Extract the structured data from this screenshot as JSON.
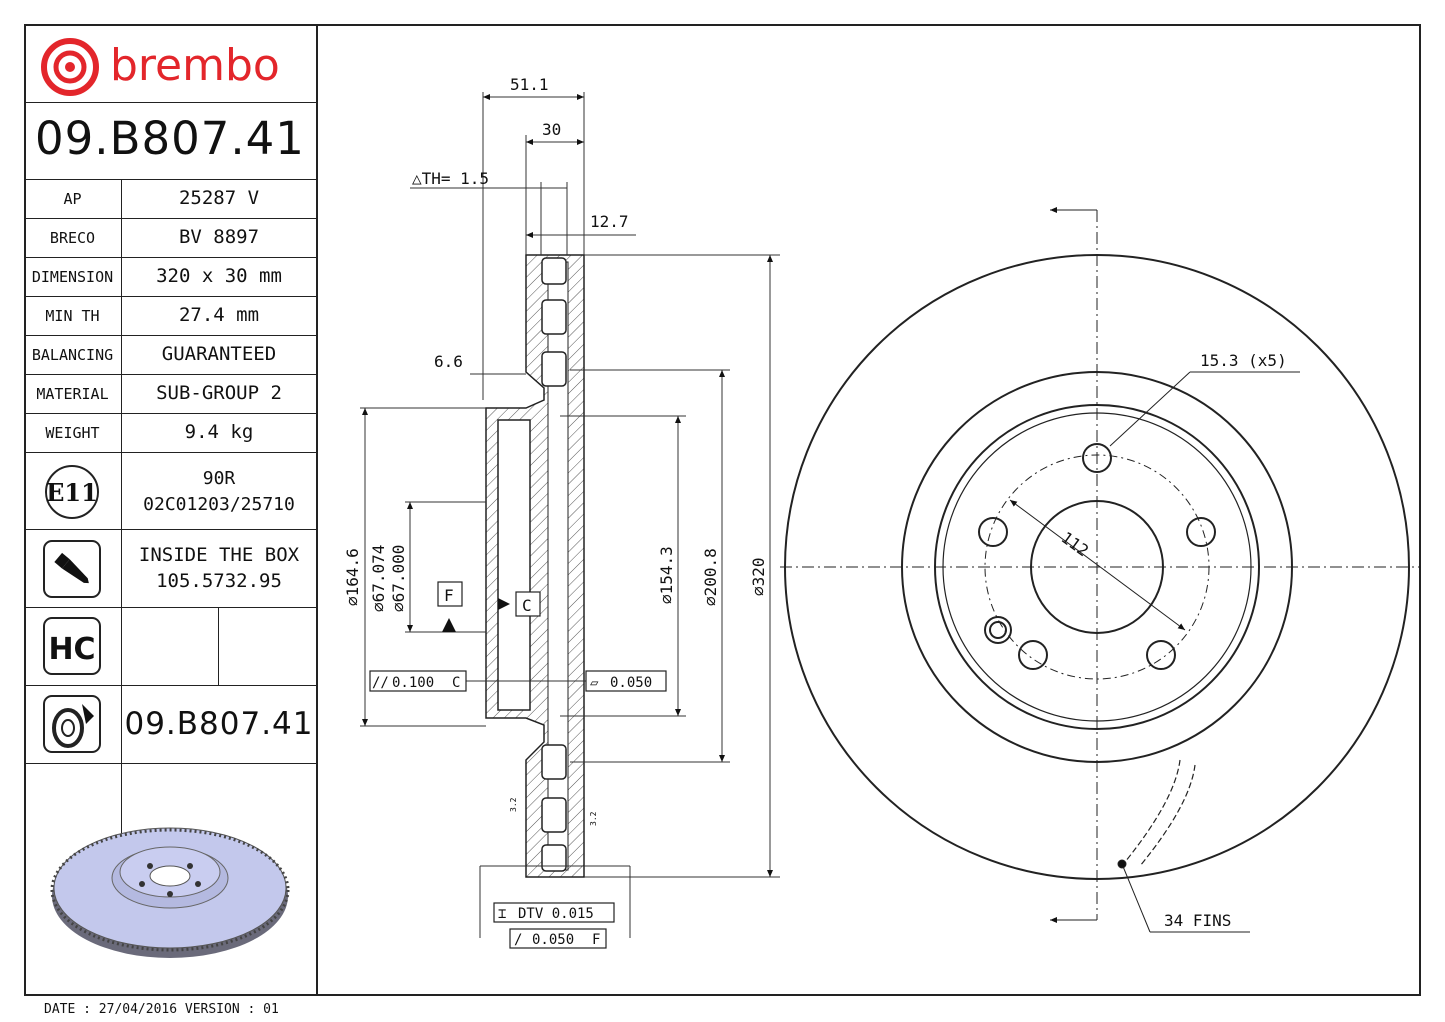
{
  "brand": {
    "name": "brembo",
    "color": "#e3262b"
  },
  "part_number": "09.B807.41",
  "specs": [
    {
      "label": "AP",
      "value": "25287 V"
    },
    {
      "label": "BRECO",
      "value": "BV 8897"
    },
    {
      "label": "DIMENSION",
      "value": "320 x 30 mm"
    },
    {
      "label": "MIN TH",
      "value": "27.4 mm"
    },
    {
      "label": "BALANCING",
      "value": "GUARANTEED"
    },
    {
      "label": "MATERIAL",
      "value": "SUB-GROUP 2"
    },
    {
      "label": "WEIGHT",
      "value": "9.4 kg"
    }
  ],
  "approval": {
    "badge": "E11",
    "line1": "90R",
    "line2": "02C01203/25710"
  },
  "screws": {
    "icon": "screw-icon",
    "line1": "INSIDE THE BOX",
    "line2": "105.5732.95"
  },
  "hc": {
    "badge": "HC"
  },
  "kit": {
    "icon": "disc-kit-icon",
    "code": "09.B807.41"
  },
  "footer": "DATE : 27/04/2016 VERSION : 01",
  "dimensions": {
    "total_width": "51.1",
    "thickness": "30",
    "th": "△TH= 1.5",
    "friction": "12.7",
    "hat_wall": "6.6",
    "d164": "⌀164.6",
    "d67074": "⌀67.074",
    "d67000": "⌀67.000",
    "d154": "⌀154.3",
    "d200": "⌀200.8",
    "d320": "⌀320",
    "datum_f": "F",
    "datum_c": "C",
    "tol_parallel": "0.100",
    "tol_parallel_ref": "C",
    "tol_flat": "0.050",
    "dtv": "DTV 0.015",
    "runout": "0.050",
    "runout_ref": "F",
    "bolt_hole": "15.3 (x5)",
    "pcd": "112",
    "fins": "34 FINS",
    "small_a": "3.2",
    "small_b": "3.2"
  }
}
